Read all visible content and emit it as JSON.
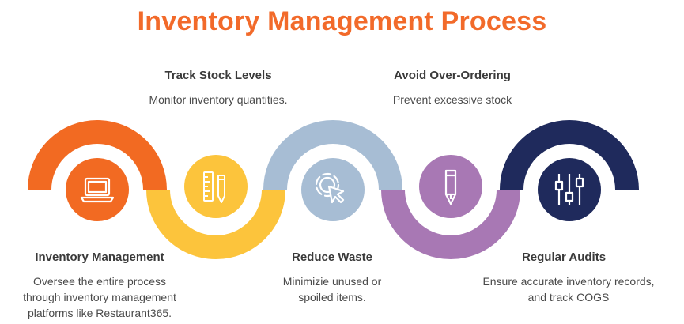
{
  "title": "Inventory Management Process",
  "colors": {
    "title": "#f26a2a",
    "orange": "#f26a22",
    "yellow": "#fcc43c",
    "light_blue": "#a7bdd4",
    "purple": "#a878b4",
    "navy": "#1f2a5c"
  },
  "steps": [
    {
      "heading": "Inventory Management",
      "description_lines": [
        "Oversee the entire process",
        "through inventory management",
        "platforms like Restaurant365."
      ],
      "icon": "laptop-icon",
      "color": "#f26a22"
    },
    {
      "heading": "Track Stock Levels",
      "description_lines": [
        "Monitor inventory quantities."
      ],
      "icon": "ruler-pencil-icon",
      "color": "#fcc43c"
    },
    {
      "heading": "Reduce Waste",
      "description_lines": [
        "Minimizie unused or",
        "spoiled items."
      ],
      "icon": "cursor-click-icon",
      "color": "#a7bdd4"
    },
    {
      "heading": "Avoid Over-Ordering",
      "description_lines": [
        "Prevent excessive stock"
      ],
      "icon": "pencil-icon",
      "color": "#a878b4"
    },
    {
      "heading": "Regular Audits",
      "description_lines": [
        "Ensure accurate inventory records,",
        "and track COGS"
      ],
      "icon": "sliders-icon",
      "color": "#1f2a5c"
    }
  ]
}
